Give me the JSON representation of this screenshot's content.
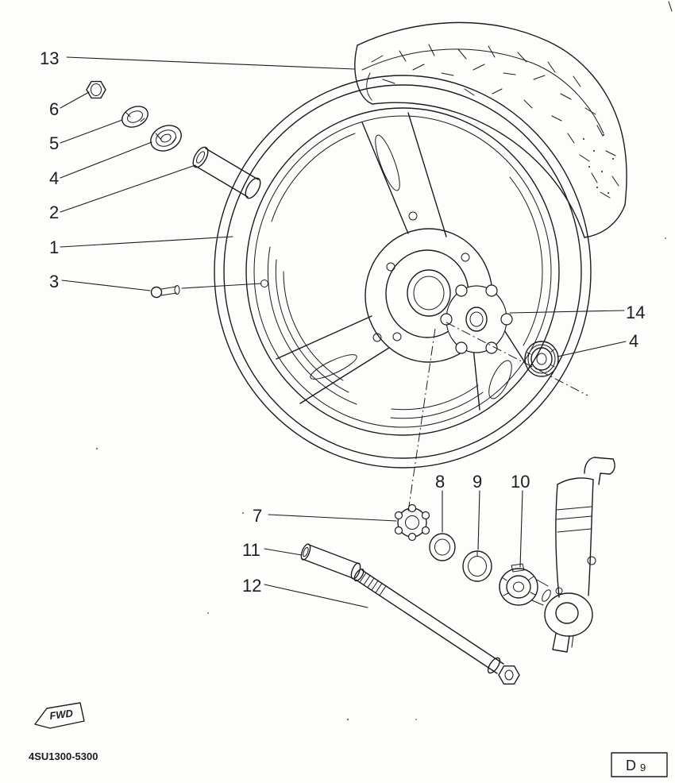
{
  "page": {
    "background": "#fdfdfb",
    "ink": "#1c1c1c"
  },
  "diagram": {
    "callouts": [
      {
        "label": "13"
      },
      {
        "label": "6"
      },
      {
        "label": "5"
      },
      {
        "label": "4"
      },
      {
        "label": "2"
      },
      {
        "label": "1"
      },
      {
        "label": "3"
      },
      {
        "label": "14"
      },
      {
        "label": "4"
      },
      {
        "label": "7"
      },
      {
        "label": "8"
      },
      {
        "label": "9"
      },
      {
        "label": "10"
      },
      {
        "label": "11"
      },
      {
        "label": "12"
      }
    ],
    "stamp": {
      "label": "FWD"
    },
    "footer": {
      "code": "4SU1300-5300"
    },
    "page_ref": {
      "letter": "D",
      "number": "9"
    }
  }
}
